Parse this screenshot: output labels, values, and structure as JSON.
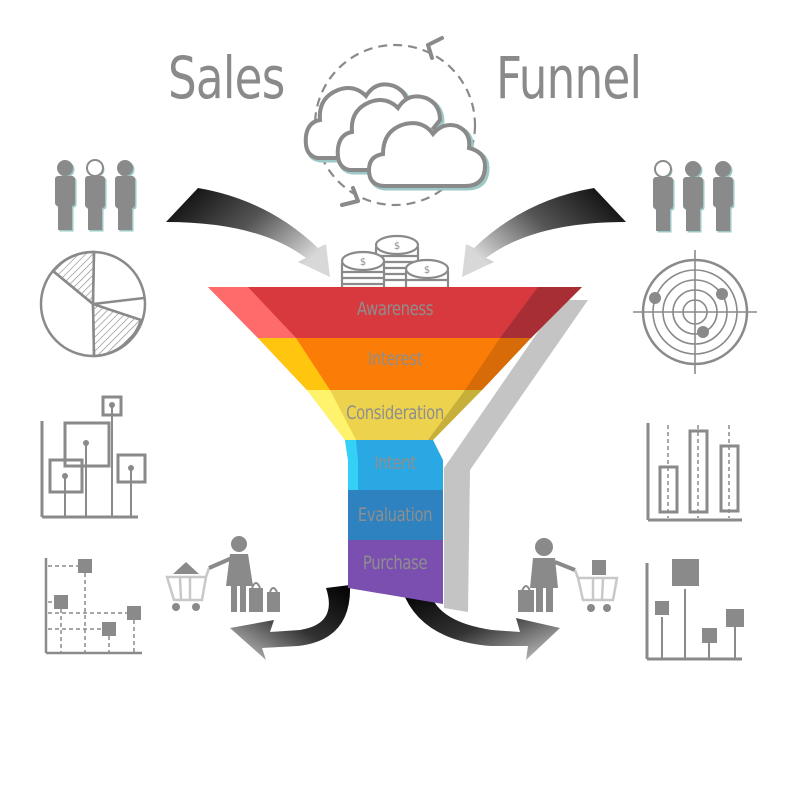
{
  "title": {
    "left_word": "Sales",
    "right_word": "Funnel"
  },
  "funnel": {
    "stages": [
      {
        "label": "Awareness",
        "color": "#d8393f",
        "side_light": "#ff6b6b",
        "side_dark": "#a82e35"
      },
      {
        "label": "Interest",
        "color": "#fb7d07",
        "side_light": "#ffc50f",
        "side_dark": "#d66b08"
      },
      {
        "label": "Consideration",
        "color": "#edd24e",
        "side_light": "#fff36e",
        "side_dark": "#c7b03a"
      },
      {
        "label": "Intent",
        "color": "#2aa8e3",
        "side_light": "#34d0f5",
        "side_dark": "#2788bd"
      },
      {
        "label": "Evaluation",
        "color": "#2e82bf",
        "side_light": "#2e82bf",
        "side_dark": "#2b6fa3"
      },
      {
        "label": "Purchase",
        "color": "#7b4fb0",
        "side_light": "#7b4fb0",
        "side_dark": "#6a3f9c"
      }
    ],
    "top_icon": "coin-stacks-icon",
    "title_icon": "cloud-cycle-icon"
  },
  "left_icons": [
    {
      "name": "people-group-icon"
    },
    {
      "name": "pie-chart-icon"
    },
    {
      "name": "bubble-chart-icon"
    },
    {
      "name": "scatter-plot-icon"
    }
  ],
  "right_icons": [
    {
      "name": "people-group-icon"
    },
    {
      "name": "radar-target-icon"
    },
    {
      "name": "candlestick-chart-icon"
    },
    {
      "name": "square-lollipop-chart-icon"
    }
  ],
  "bottom_icons": [
    {
      "name": "female-shopper-cart-icon"
    },
    {
      "name": "male-shopper-cart-icon"
    }
  ],
  "colors": {
    "icon_gray": "#8a8a8a",
    "icon_teal_shadow": "#9cc8c6",
    "arrow_dark": "#000000",
    "arrow_light": "#d0d0d0",
    "funnel_shadow": "#c4c4c4"
  }
}
